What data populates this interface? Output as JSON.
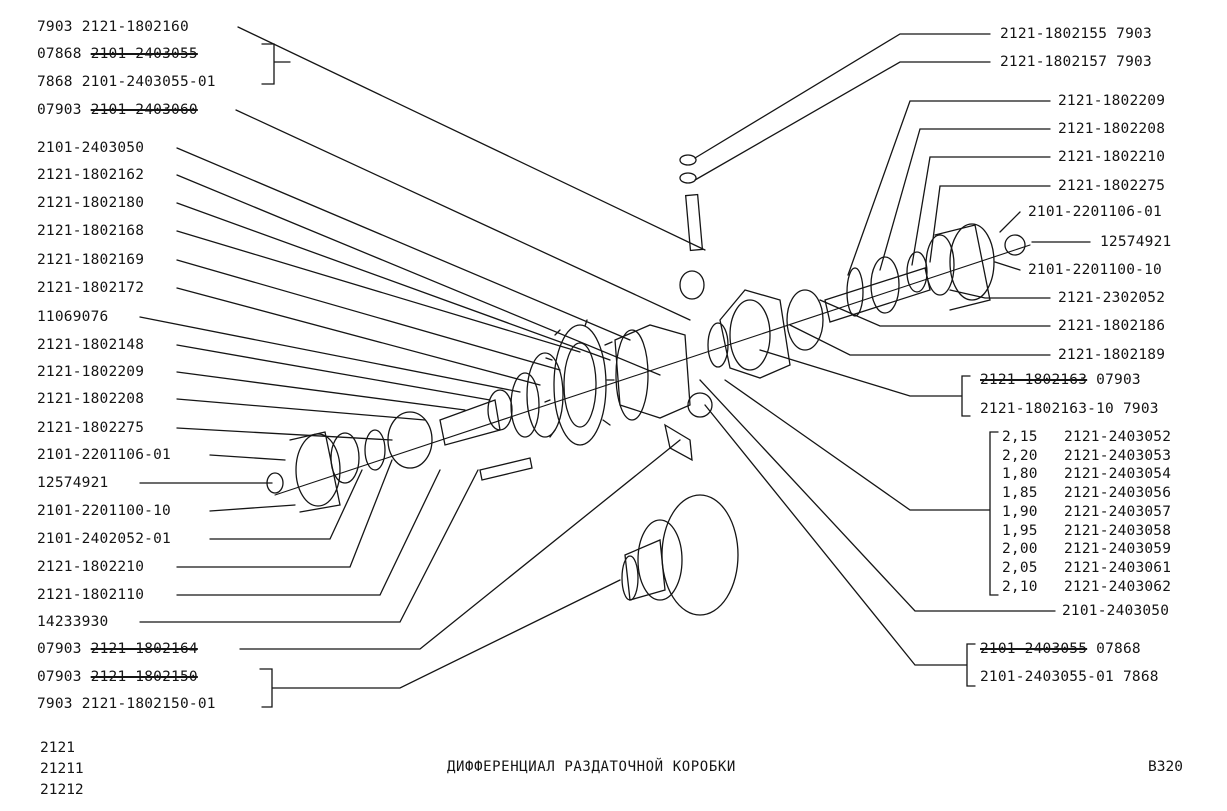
{
  "left_labels": [
    {
      "code": "7903",
      "part": "2121-1802160",
      "struck": false
    },
    {
      "code": "07868",
      "part": "2101-2403055",
      "struck": true
    },
    {
      "code": "7868",
      "part": "2101-2403055-01",
      "struck": false
    },
    {
      "code": "07903",
      "part": "2101-2403060",
      "struck": true
    },
    {
      "code": "",
      "part": "2101-2403050",
      "struck": false
    },
    {
      "code": "",
      "part": "2121-1802162",
      "struck": false
    },
    {
      "code": "",
      "part": "2121-1802180",
      "struck": false
    },
    {
      "code": "",
      "part": "2121-1802168",
      "struck": false
    },
    {
      "code": "",
      "part": "2121-1802169",
      "struck": false
    },
    {
      "code": "",
      "part": "2121-1802172",
      "struck": false
    },
    {
      "code": "",
      "part": "11069076",
      "struck": false
    },
    {
      "code": "",
      "part": "2121-1802148",
      "struck": false
    },
    {
      "code": "",
      "part": "2121-1802209",
      "struck": false
    },
    {
      "code": "",
      "part": "2121-1802208",
      "struck": false
    },
    {
      "code": "",
      "part": "2121-1802275",
      "struck": false
    },
    {
      "code": "",
      "part": "2101-2201106-01",
      "struck": false
    },
    {
      "code": "",
      "part": "12574921",
      "struck": false
    },
    {
      "code": "",
      "part": "2101-2201100-10",
      "struck": false
    },
    {
      "code": "",
      "part": "2101-2402052-01",
      "struck": false
    },
    {
      "code": "",
      "part": "2121-1802210",
      "struck": false
    },
    {
      "code": "",
      "part": "2121-1802110",
      "struck": false
    },
    {
      "code": "",
      "part": "14233930",
      "struck": false
    },
    {
      "code": "07903",
      "part": "2121-1802164",
      "struck": true
    },
    {
      "code": "07903",
      "part": "2121-1802150",
      "struck": true
    },
    {
      "code": "7903",
      "part": "2121-1802150-01",
      "struck": false
    }
  ],
  "right_labels": [
    {
      "part": "2121-1802155",
      "tail": "7903",
      "struck": false
    },
    {
      "part": "2121-1802157",
      "tail": "7903",
      "struck": false
    },
    {
      "part": "2121-1802209",
      "tail": "",
      "struck": false
    },
    {
      "part": "2121-1802208",
      "tail": "",
      "struck": false
    },
    {
      "part": "2121-1802210",
      "tail": "",
      "struck": false
    },
    {
      "part": "2121-1802275",
      "tail": "",
      "struck": false
    },
    {
      "part": "2101-2201106-01",
      "tail": "",
      "struck": false
    },
    {
      "part": "12574921",
      "tail": "",
      "struck": false
    },
    {
      "part": "2101-2201100-10",
      "tail": "",
      "struck": false
    },
    {
      "part": "2121-2302052",
      "tail": "",
      "struck": false
    },
    {
      "part": "2121-1802186",
      "tail": "",
      "struck": false
    },
    {
      "part": "2121-1802189",
      "tail": "",
      "struck": false
    },
    {
      "part": "2121-1802163",
      "tail": "07903",
      "struck": true
    },
    {
      "part": "2121-1802163-10",
      "tail": "7903",
      "struck": false
    },
    {
      "part": "2101-2403050",
      "tail": "",
      "struck": false
    },
    {
      "part": "2101-2403055",
      "tail": "07868",
      "struck": true
    },
    {
      "part": "2101-2403055-01",
      "tail": "7868",
      "struck": false
    }
  ],
  "shim_table": [
    {
      "size": "2,15",
      "part": "2121-2403052"
    },
    {
      "size": "2,20",
      "part": "2121-2403053"
    },
    {
      "size": "1,80",
      "part": "2121-2403054"
    },
    {
      "size": "1,85",
      "part": "2121-2403056"
    },
    {
      "size": "1,90",
      "part": "2121-2403057"
    },
    {
      "size": "1,95",
      "part": "2121-2403058"
    },
    {
      "size": "2,00",
      "part": "2121-2403059"
    },
    {
      "size": "2,05",
      "part": "2121-2403061"
    },
    {
      "size": "2,10",
      "part": "2121-2403062"
    }
  ],
  "footer": {
    "models": [
      "2121",
      "21211",
      "21212"
    ],
    "title": "ДИФФЕРЕНЦИАЛ РАЗДАТОЧНОЙ КОРОБКИ",
    "code": "В320"
  },
  "colors": {
    "ink": "#151515",
    "paper": "#ffffff"
  }
}
